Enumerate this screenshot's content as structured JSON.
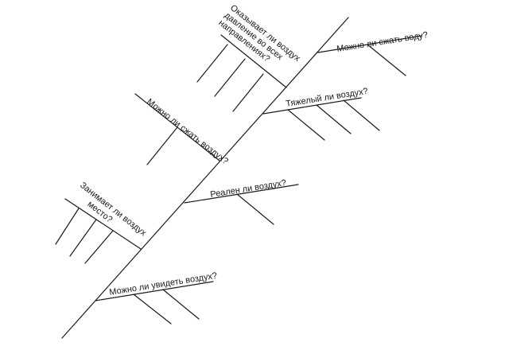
{
  "questions": {
    "q1": "Можно ли сжать воду?",
    "q2": "Тяжелый ли воздух?",
    "q3": "Реален ли воздух?",
    "q4": "Можно ли увидеть воздух?",
    "q5": [
      "Оказывает ли воздух",
      "давление во всех",
      "направлениях?"
    ],
    "q6": "Можно ли сжать воздух?",
    "q7": [
      "Занимает ли воздух",
      "место?"
    ]
  }
}
